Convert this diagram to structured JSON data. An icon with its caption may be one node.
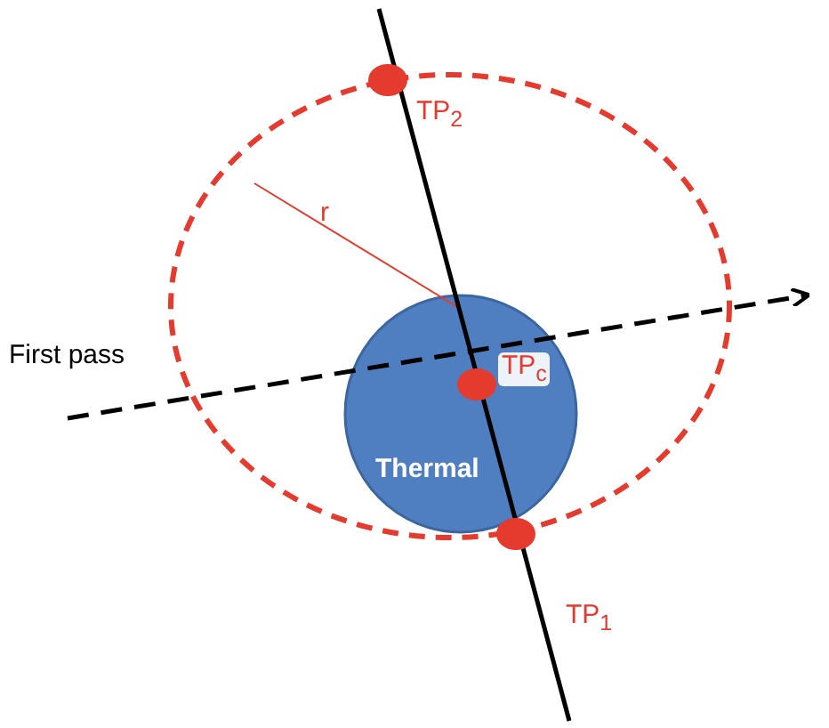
{
  "diagram": {
    "nodes": [
      {
        "text": [
          "Thermal"
        ]
      }
    ],
    "labels": [
      "TP$_{2}$",
      "r",
      "First pass",
      "TP$_{c}$",
      "TP$_{1}$"
    ]
  }
}
